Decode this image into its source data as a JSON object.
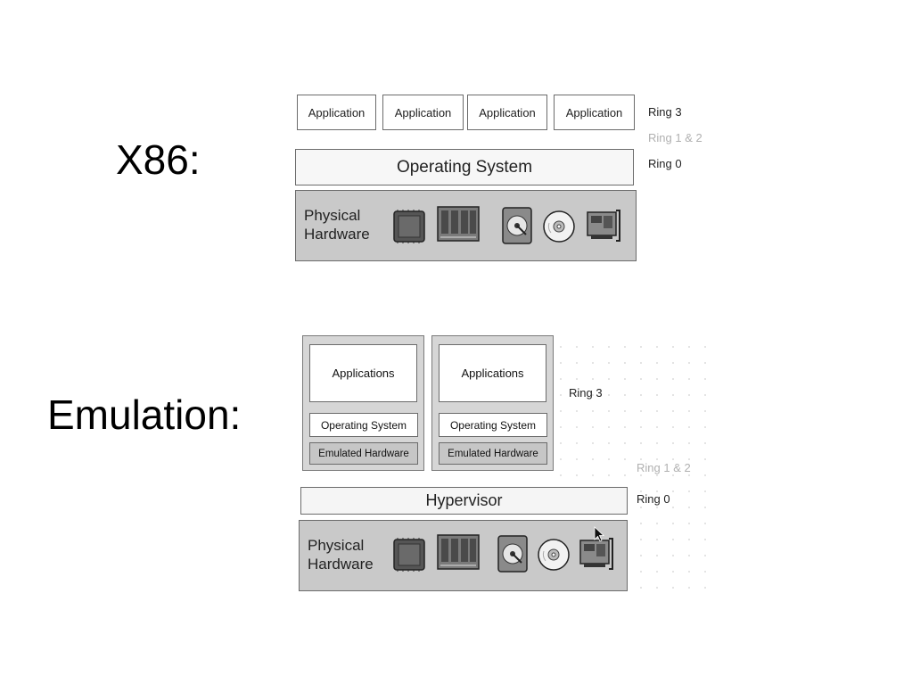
{
  "x86": {
    "label": "X86:",
    "applications": [
      "Application",
      "Application",
      "Application",
      "Application"
    ],
    "os": "Operating System",
    "hardware_label_line1": "Physical",
    "hardware_label_line2": "Hardware",
    "rings": {
      "ring3": "Ring 3",
      "ring12": "Ring 1 & 2",
      "ring0": "Ring 0"
    }
  },
  "emulation": {
    "label": "Emulation:",
    "vms": [
      {
        "apps": "Applications",
        "os": "Operating System",
        "hw": "Emulated Hardware"
      },
      {
        "apps": "Applications",
        "os": "Operating System",
        "hw": "Emulated Hardware"
      }
    ],
    "hypervisor": "Hypervisor",
    "hardware_label_line1": "Physical",
    "hardware_label_line2": "Hardware",
    "rings": {
      "ring3": "Ring 3",
      "ring12": "Ring 1 & 2",
      "ring0": "Ring 0"
    }
  },
  "icons": [
    "cpu-icon",
    "ram-icon",
    "hard-disk-icon",
    "optical-disc-icon",
    "expansion-card-icon",
    "mouse-cursor-icon"
  ],
  "colors": {
    "hardware_bg": "#c9c9c9",
    "border": "#6b6b6b",
    "faint_text": "#b0b0b0"
  }
}
